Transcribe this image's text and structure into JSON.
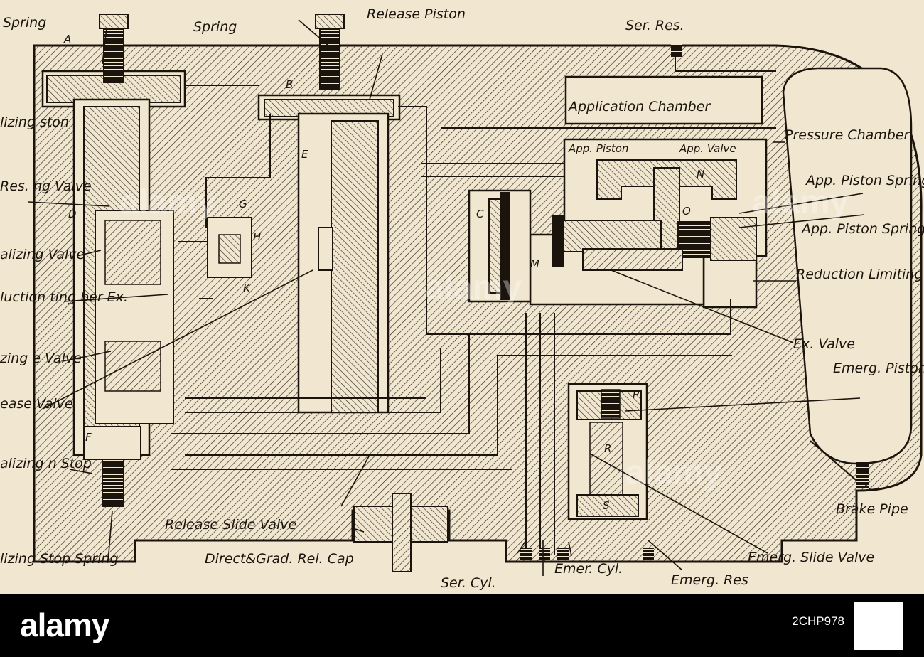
{
  "labels": {
    "equalizing_graduating_spring": "Spring",
    "equalizing_graduating_spring_tag": "A",
    "release_piston": "Release Piston",
    "release_spring": "Spring",
    "ser_res": "Ser. Res.",
    "application_chamber": "Application Chamber",
    "pressure_chamber": "Pressure Chamber",
    "app_piston": "App. Piston",
    "app_valve": "App. Valve",
    "app_piston_spring_sleeve": "App. Piston Spring Sleeve",
    "app_piston_spring": "App. Piston Spring",
    "reduction_limiting_chamber": "Reduction Limiting Chamber",
    "ex_valve": "Ex. Valve",
    "emerg_piston": "Emerg. Piston",
    "brake_pipe": "Brake Pipe",
    "emerg_slide_valve": "Emerg. Slide Valve",
    "emerg_res": "Emerg. Res",
    "emer_cyl": "Emer. Cyl.",
    "ser_cyl": "Ser. Cyl.",
    "direct_grad_rel_cap": "Direct&Grad. Rel. Cap",
    "release_slide_valve": "Release Slide Valve",
    "equalizing_stop_spring": "lizing Stop Spring",
    "equalizing_piston_stop": "alizing n Stop",
    "equalizing_piston": "lizing ston",
    "res_charging_valve": "Res. ng Valve",
    "equalizing_slide_valve": "alizing Valve",
    "reduction_limiting_chamber_ex": "luction ting ber Ex.",
    "equalizing_graduating_valve": "zing e Valve",
    "release_graduating_valve": "ease Valve"
  },
  "letters": {
    "b": "B",
    "c": "C",
    "d": "D",
    "e": "E",
    "f": "F",
    "g": "G",
    "h": "H",
    "k": "K",
    "m": "M",
    "n": "N",
    "o": "O",
    "p": "P",
    "r": "R",
    "s": "S"
  },
  "footer": {
    "brand": "alamy",
    "stock_id": "2CHP978"
  },
  "watermark": "alamy",
  "colors": {
    "paper": "#f1e6cf",
    "ink": "#1b140c",
    "footer_bg": "#000000"
  }
}
